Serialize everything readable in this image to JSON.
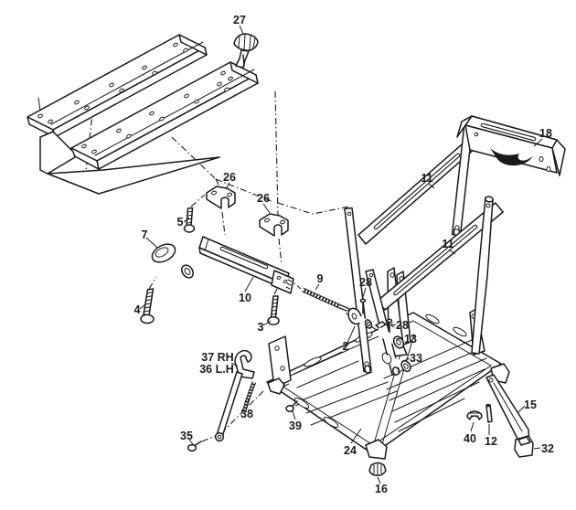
{
  "figure": {
    "kind": "exploded-parts-diagram",
    "colors": {
      "background": "#ffffff",
      "ink": "#1a1a1a"
    }
  },
  "labels": [
    {
      "id": "27",
      "text": "27"
    },
    {
      "id": "26a",
      "text": "26"
    },
    {
      "id": "26b",
      "text": "26"
    },
    {
      "id": "5",
      "text": "5"
    },
    {
      "id": "7",
      "text": "7"
    },
    {
      "id": "4",
      "text": "4"
    },
    {
      "id": "10",
      "text": "10"
    },
    {
      "id": "3",
      "text": "3"
    },
    {
      "id": "9",
      "text": "9"
    },
    {
      "id": "2",
      "text": "2"
    },
    {
      "id": "28a",
      "text": "28"
    },
    {
      "id": "28b",
      "text": "28"
    },
    {
      "id": "13",
      "text": "13"
    },
    {
      "id": "33",
      "text": "33"
    },
    {
      "id": "11a",
      "text": "11"
    },
    {
      "id": "11b",
      "text": "11"
    },
    {
      "id": "18",
      "text": "18"
    },
    {
      "id": "37",
      "text": "37 RH"
    },
    {
      "id": "36",
      "text": "36 L.H"
    },
    {
      "id": "38",
      "text": "38"
    },
    {
      "id": "35",
      "text": "35"
    },
    {
      "id": "39",
      "text": "39"
    },
    {
      "id": "24",
      "text": "24"
    },
    {
      "id": "16",
      "text": "16"
    },
    {
      "id": "40",
      "text": "40"
    },
    {
      "id": "12",
      "text": "12"
    },
    {
      "id": "15",
      "text": "15"
    },
    {
      "id": "32",
      "text": "32"
    }
  ]
}
